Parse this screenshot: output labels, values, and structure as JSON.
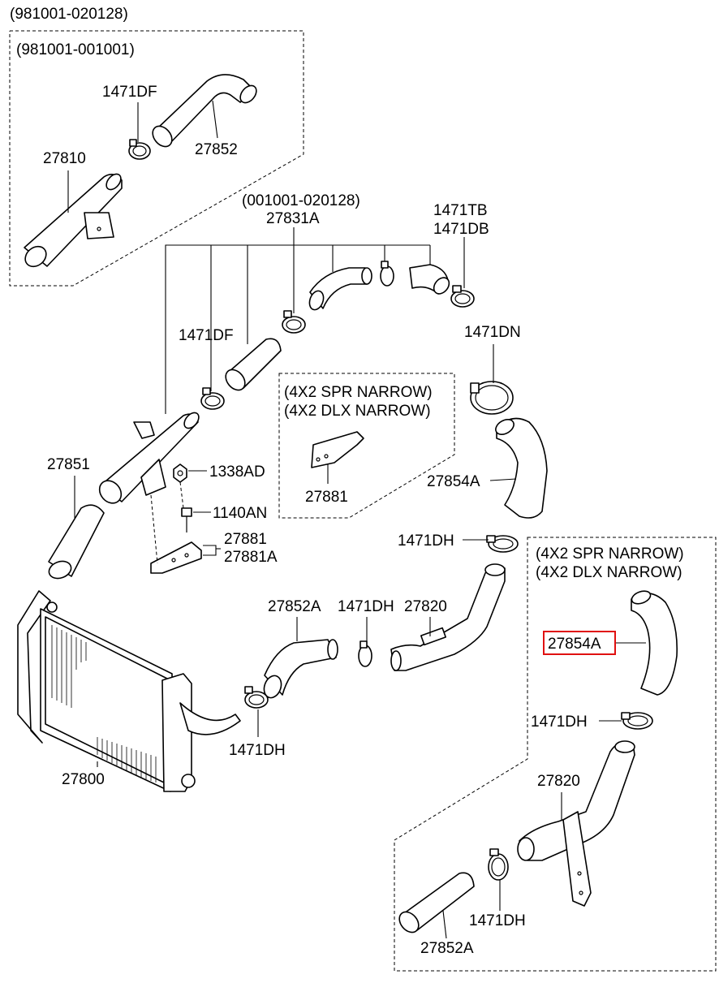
{
  "boxes": {
    "outer_range": "(981001-020128)",
    "inner_range": "(981001-001001)",
    "mid_range": "(001001-020128)",
    "narrow_box1_line1": "(4X2 SPR NARROW)",
    "narrow_box1_line2": "(4X2 DLX NARROW)",
    "narrow_box2_line1": "(4X2 SPR NARROW)",
    "narrow_box2_line2": "(4X2 DLX NARROW)"
  },
  "labels": {
    "p1471DF_top": "1471DF",
    "p27852_top": "27852",
    "p27810": "27810",
    "p27831A": "27831A",
    "p1471TB": "1471TB",
    "p1471DB": "1471DB",
    "p1471DF_mid": "1471DF",
    "p1471DN": "1471DN",
    "p27851": "27851",
    "p1338AD": "1338AD",
    "p1140AN": "1140AN",
    "p27881_box": "27881",
    "p27881": "27881",
    "p27881A": "27881A",
    "p27854A_main": "27854A",
    "p1471DH_top": "1471DH",
    "p27852A_mid": "27852A",
    "p1471DH_mid": "1471DH",
    "p27820_mid": "27820",
    "p27854A_highlight": "27854A",
    "p1471DH_low": "1471DH",
    "p1471DH_right": "1471DH",
    "p27800": "27800",
    "p27820_low": "27820",
    "p1471DH_bottom": "1471DH",
    "p27852A_bottom": "27852A"
  },
  "colors": {
    "highlight": "#e01010",
    "line": "#000000",
    "background": "#ffffff"
  }
}
